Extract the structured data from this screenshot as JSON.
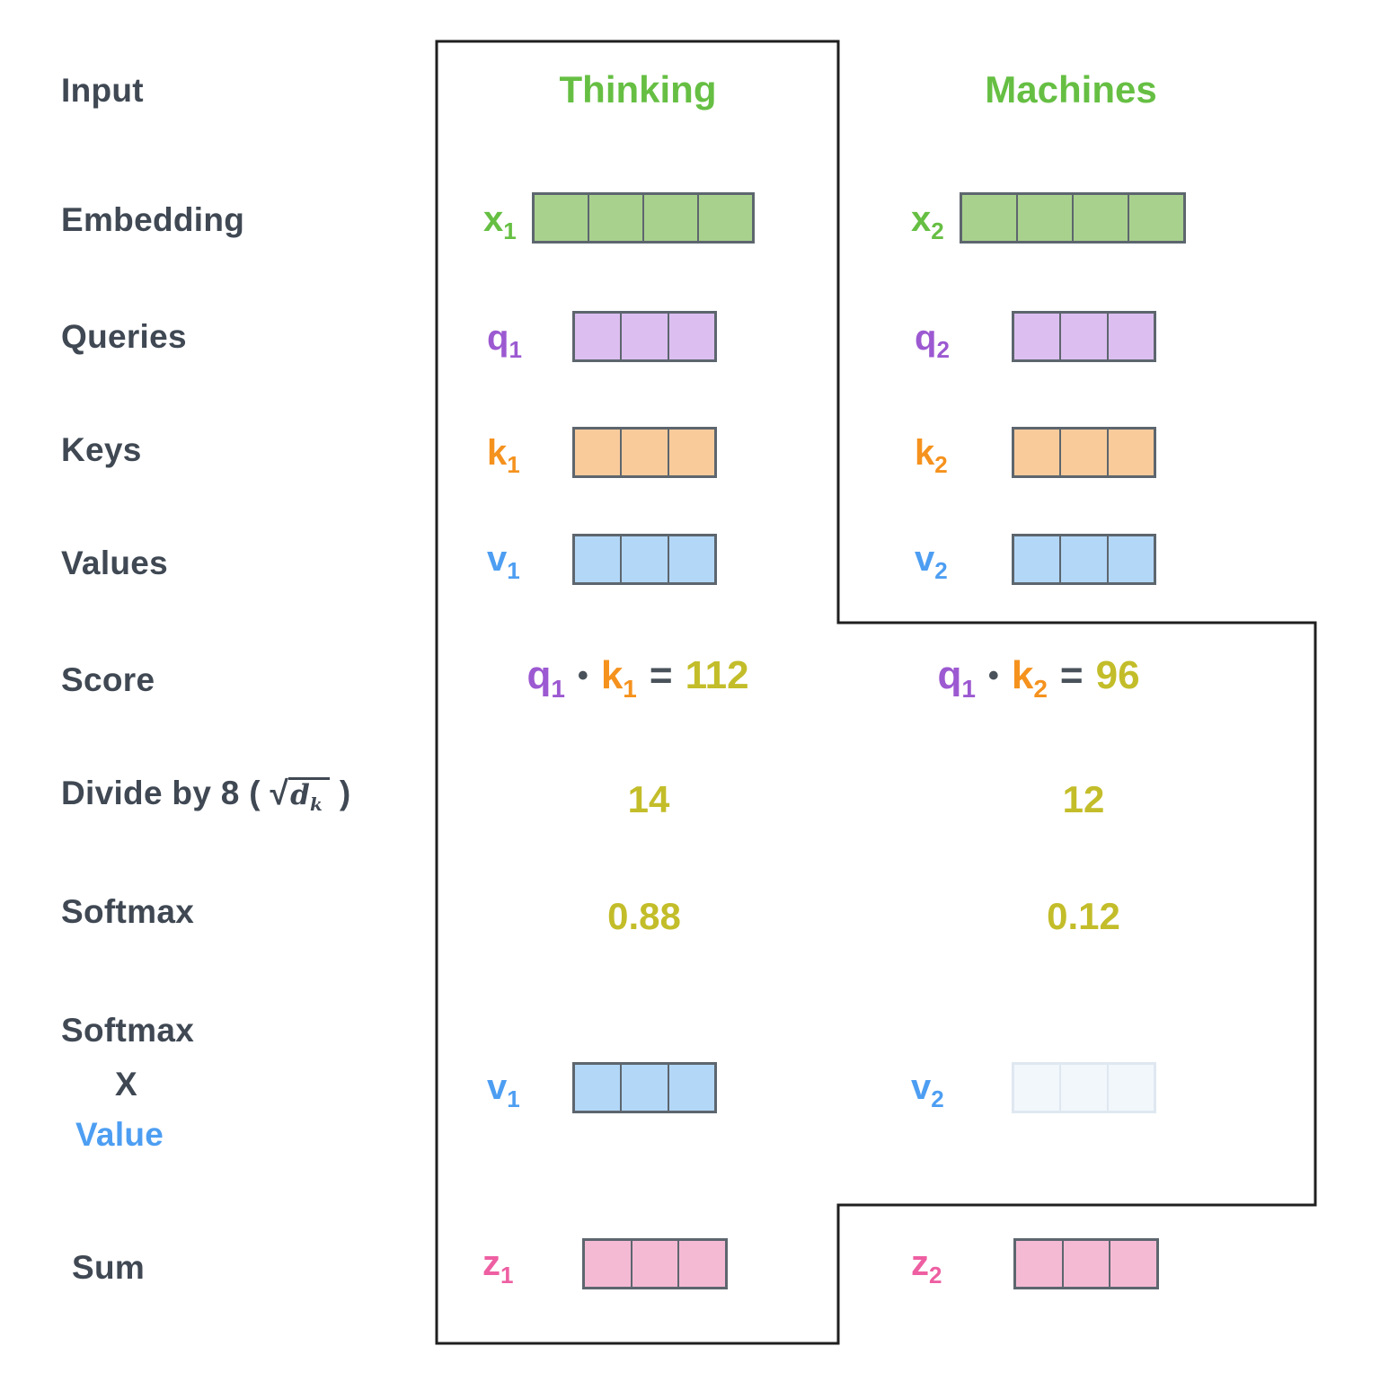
{
  "title": "Self-attention calculation diagram",
  "palette": {
    "label_dark": "#3f4853",
    "green": "#66bf43",
    "green_fill": "#a9d18e",
    "purple": "#9c59d1",
    "purple_fill": "#dcbff0",
    "orange": "#f5921e",
    "orange_fill": "#f9cb9b",
    "blue": "#4d9ef2",
    "blue_fill": "#b3d7f7",
    "pink": "#ee5fa2",
    "pink_fill": "#f4bad4",
    "olive": "#c3bd2a",
    "outline": "#1f1f1f"
  },
  "side_labels": {
    "input": "Input",
    "embedding": "Embedding",
    "queries": "Queries",
    "keys": "Keys",
    "values": "Values",
    "score": "Score",
    "divide_prefix": "Divide by 8 (",
    "divide_sqrt": "√",
    "divide_radicand": "d",
    "divide_radicand_sub": "k",
    "divide_suffix": ")",
    "softmax": "Softmax",
    "softmax_x_value_line1": "Softmax",
    "softmax_x_value_line2": "X",
    "softmax_x_value_line3": "Value",
    "sum": "Sum"
  },
  "columns": [
    {
      "header": "Thinking",
      "embedding": {
        "label": "x",
        "sub": "1",
        "cells": 4
      },
      "query": {
        "label": "q",
        "sub": "1",
        "cells": 3
      },
      "key": {
        "label": "k",
        "sub": "1",
        "cells": 3
      },
      "value": {
        "label": "v",
        "sub": "1",
        "cells": 3
      },
      "score": {
        "q": "q",
        "q_sub": "1",
        "dot": "•",
        "k": "k",
        "k_sub": "1",
        "equals": "=",
        "result": "112"
      },
      "divided": "14",
      "softmax": "0.88",
      "weighted_value": {
        "label": "v",
        "sub": "1",
        "cells": 3,
        "faded": false
      },
      "sum": {
        "label": "z",
        "sub": "1",
        "cells": 3
      }
    },
    {
      "header": "Machines",
      "embedding": {
        "label": "x",
        "sub": "2",
        "cells": 4
      },
      "query": {
        "label": "q",
        "sub": "2",
        "cells": 3
      },
      "key": {
        "label": "k",
        "sub": "2",
        "cells": 3
      },
      "value": {
        "label": "v",
        "sub": "2",
        "cells": 3
      },
      "score": {
        "q": "q",
        "q_sub": "1",
        "dot": "•",
        "k": "k",
        "k_sub": "2",
        "equals": "=",
        "result": "96"
      },
      "divided": "12",
      "softmax": "0.12",
      "weighted_value": {
        "label": "v",
        "sub": "2",
        "cells": 3,
        "faded": true
      },
      "sum": {
        "label": "z",
        "sub": "2",
        "cells": 3
      }
    }
  ]
}
